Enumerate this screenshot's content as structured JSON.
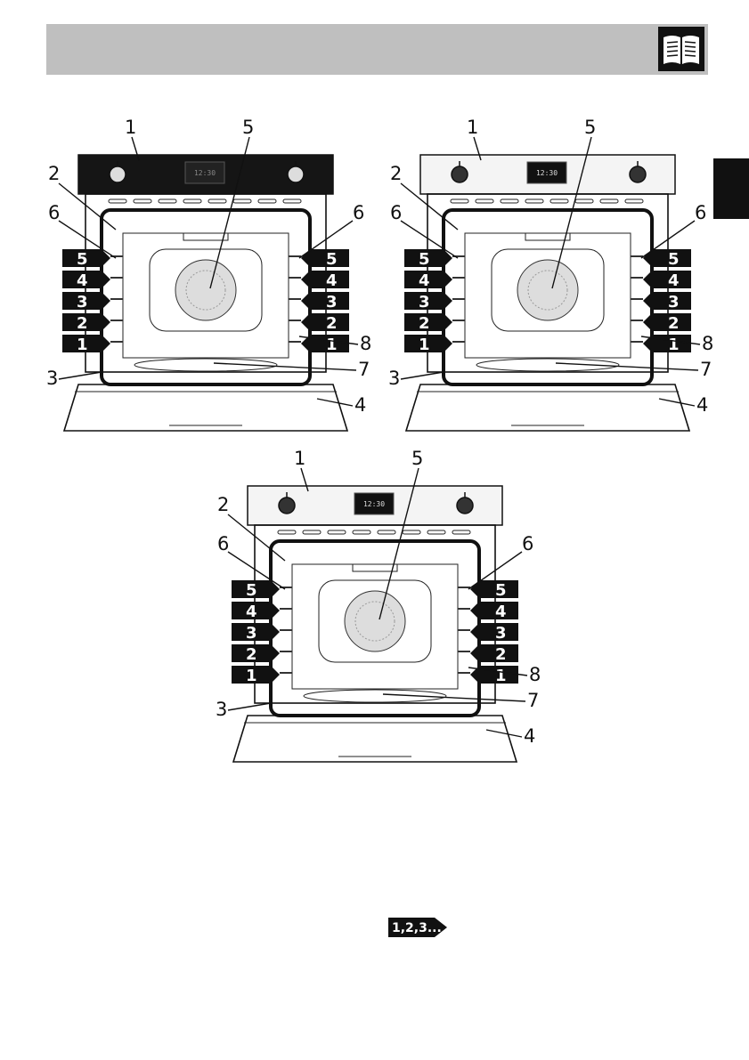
{
  "header": {
    "icon": "manual-book-icon",
    "band_color": "#bfbfbf"
  },
  "side_tab": {
    "color": "#111111"
  },
  "figures": [
    {
      "id": "oven-black-panel",
      "display_time": "12:30",
      "callouts": {
        "control_panel": "1",
        "light": "2",
        "seal": "3",
        "door": "4",
        "fan": "5",
        "rack_guide": "6",
        "bottom_element": "7",
        "runner": "8"
      },
      "shelves": [
        "5",
        "4",
        "3",
        "2",
        "1"
      ]
    },
    {
      "id": "oven-stainless-panel",
      "display_time": "12:30",
      "callouts": {
        "control_panel": "1",
        "light": "2",
        "seal": "3",
        "door": "4",
        "fan": "5",
        "rack_guide": "6",
        "bottom_element": "7",
        "runner": "8"
      },
      "shelves": [
        "5",
        "4",
        "3",
        "2",
        "1"
      ]
    },
    {
      "id": "oven-light-panel",
      "display_time": "12:30",
      "callouts": {
        "control_panel": "1",
        "light": "2",
        "seal": "3",
        "door": "4",
        "fan": "5",
        "rack_guide": "6",
        "bottom_element": "7",
        "runner": "8"
      },
      "shelves": [
        "5",
        "4",
        "3",
        "2",
        "1"
      ]
    }
  ],
  "sequence_badge": {
    "label": "1,2,3..."
  }
}
